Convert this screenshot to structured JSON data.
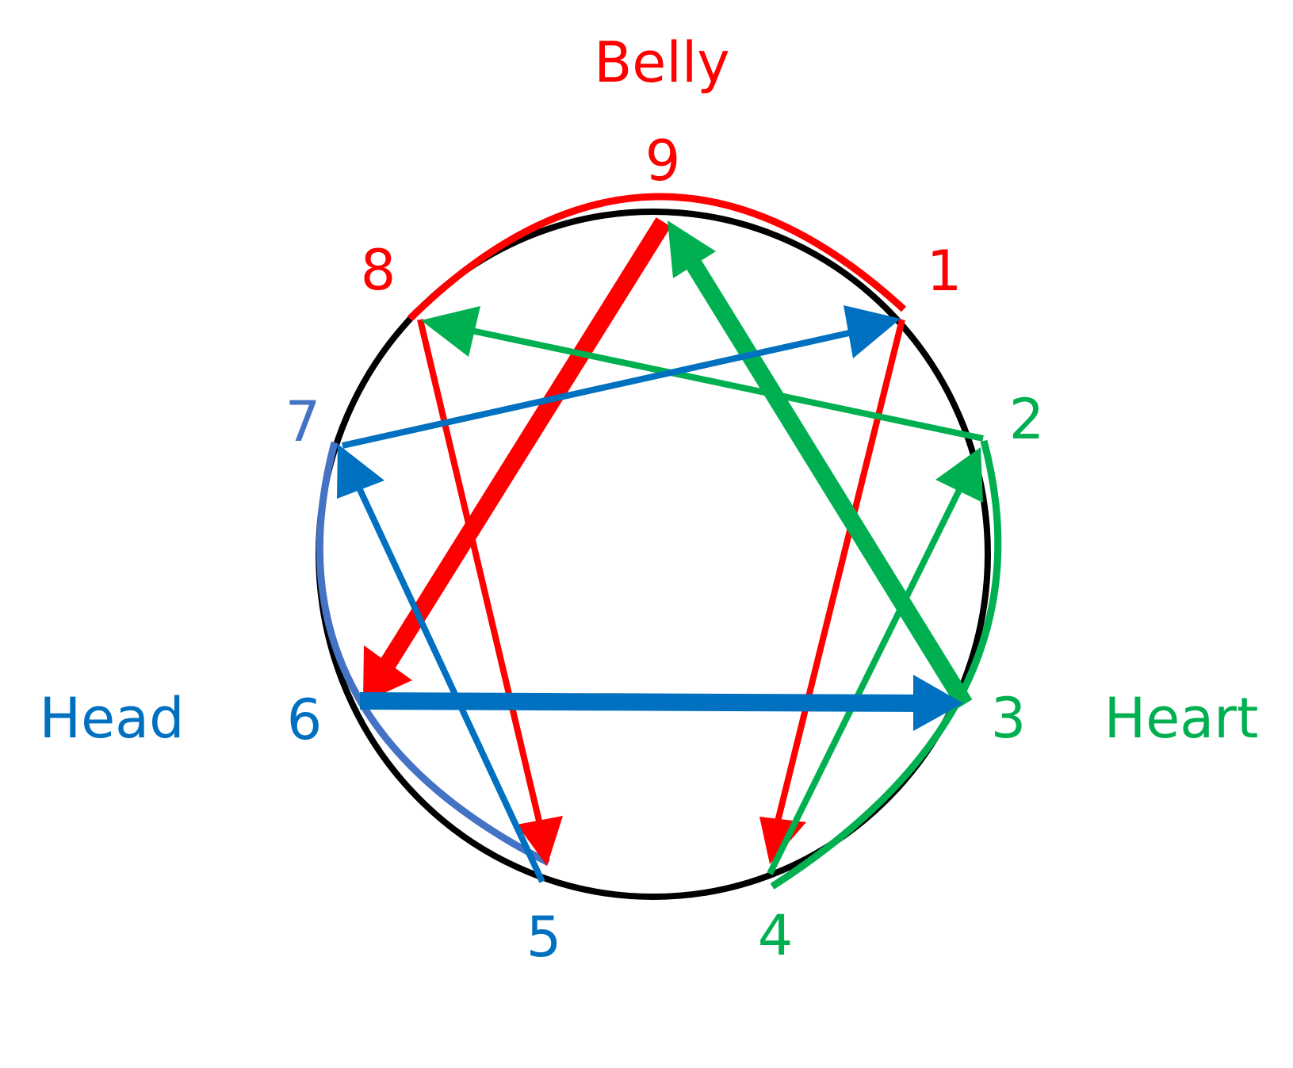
{
  "centers": [
    {
      "id": "belly",
      "label": "Belly",
      "color": "#ff0000"
    },
    {
      "id": "head",
      "label": "Head",
      "color": "#0070c0"
    },
    {
      "id": "heart",
      "label": "Heart",
      "color": "#00b050"
    }
  ],
  "points": [
    {
      "id": "p9",
      "label": "9",
      "color": "#ff0000"
    },
    {
      "id": "p1",
      "label": "1",
      "color": "#ff0000"
    },
    {
      "id": "p2",
      "label": "2",
      "color": "#00b050"
    },
    {
      "id": "p3",
      "label": "3",
      "color": "#00b050"
    },
    {
      "id": "p4",
      "label": "4",
      "color": "#00b050"
    },
    {
      "id": "p5",
      "label": "5",
      "color": "#0070c0"
    },
    {
      "id": "p6",
      "label": "6",
      "color": "#0070c0"
    },
    {
      "id": "p7",
      "label": "7",
      "color": "#4472c4"
    },
    {
      "id": "p8",
      "label": "8",
      "color": "#ff0000"
    }
  ],
  "arrows": [
    {
      "id": "arrow-9-to-6",
      "from": "9",
      "to": "6",
      "color": "#ff0000",
      "weight": "heavy"
    },
    {
      "id": "arrow-8-to-5",
      "from": "8",
      "to": "5",
      "color": "#ff0000",
      "weight": "light"
    },
    {
      "id": "arrow-1-to-4",
      "from": "1",
      "to": "4",
      "color": "#ff0000",
      "weight": "light"
    },
    {
      "id": "arrow-3-to-9",
      "from": "3",
      "to": "9",
      "color": "#00b050",
      "weight": "heavy"
    },
    {
      "id": "arrow-2-to-8",
      "from": "2",
      "to": "8",
      "color": "#00b050",
      "weight": "light"
    },
    {
      "id": "arrow-4-to-2",
      "from": "4",
      "to": "2",
      "color": "#00b050",
      "weight": "light"
    },
    {
      "id": "arrow-6-to-3",
      "from": "6",
      "to": "3",
      "color": "#0070c0",
      "weight": "heavy"
    },
    {
      "id": "arrow-7-to-1",
      "from": "7",
      "to": "1",
      "color": "#0070c0",
      "weight": "light"
    },
    {
      "id": "arrow-5-to-7",
      "from": "5",
      "to": "7",
      "color": "#0070c0",
      "weight": "light"
    }
  ],
  "circle": {
    "color": "#000000"
  },
  "arcs": [
    {
      "id": "belly-arc",
      "color": "#ff0000"
    },
    {
      "id": "heart-arc",
      "color": "#00b050"
    },
    {
      "id": "head-arc",
      "color": "#4472c4"
    }
  ]
}
